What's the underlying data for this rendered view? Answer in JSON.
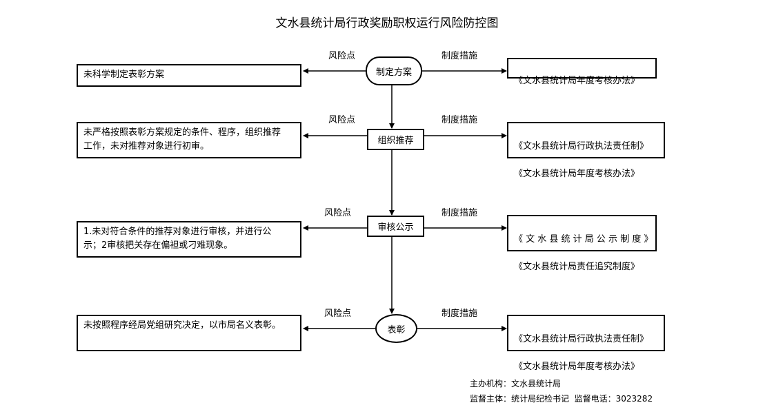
{
  "title": "文水县统计局行政奖励职权运行风险防控图",
  "labels": {
    "risk": "风险点",
    "measures": "制度措施"
  },
  "steps": [
    {
      "name": "制定方案",
      "risk": "未科学制定表彰方案",
      "measures": [
        "《文水县统计局年度考核办法》"
      ]
    },
    {
      "name": "组织推荐",
      "risk": "未严格按照表彰方案规定的条件、程序，组织推荐\n工作，未对推荐对象进行初审。",
      "measures": [
        "《文水县统计局行政执法责任制》",
        "《文水县统计局年度考核办法》"
      ]
    },
    {
      "name": "审核公示",
      "risk": "1.未对符合条件的推荐对象进行审核，并进行公\n示；2审核把关存在偏袒或刁难现象。",
      "measures": [
        "《 文 水 县 统 计 局 公 示 制 度 》",
        "《文水县统计局责任追究制度》"
      ]
    },
    {
      "name": "表彰",
      "risk": "未按照程序经局党组研究决定，以市局名义表彰。",
      "measures": [
        "《文水县统计局行政执法责任制》",
        "《文水县统计局年度考核办法》"
      ]
    }
  ],
  "footer": {
    "organizer": "主办机构：文水县统计局",
    "supervision": "监督主体：统计局纪检书记  监督电话：3023282"
  }
}
